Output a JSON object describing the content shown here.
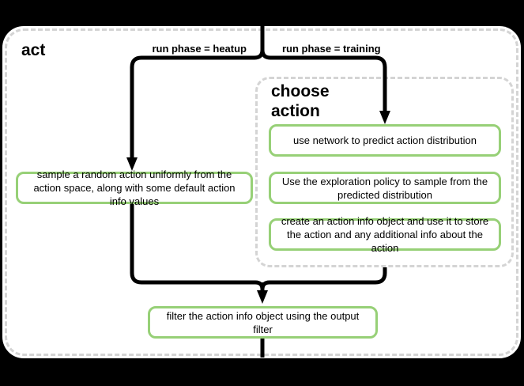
{
  "diagram": {
    "panel_title": "act",
    "group": {
      "title": "choose\naction"
    },
    "edge_labels": {
      "heatup": "run phase = heatup",
      "training": "run phase = training"
    },
    "nodes": {
      "random": "sample a random action uniformly from the action space, along with some default action info values",
      "network": "use network to predict action distribution",
      "explore": "Use the exploration policy to sample from the predicted distribution",
      "info": "create an action info object and use it to store the action and any additional info about the action",
      "filter": "filter the action info object using the output filter"
    },
    "colors": {
      "background": "#000000",
      "panel_fill": "#ffffff",
      "dashed_border": "#d4d4d4",
      "node_border": "#97d077",
      "edge_line": "#000000",
      "text": "#000000"
    }
  }
}
